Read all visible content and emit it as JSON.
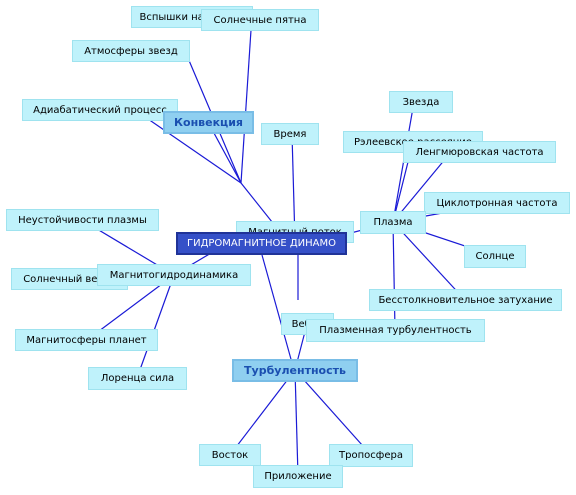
{
  "root": {
    "label": "ГИДРОМАГНИТНОЕ ДИНАМО"
  },
  "categories": {
    "convection": "Конвекция",
    "turbulence": "Турбулентность"
  },
  "nodes": {
    "flashes": "Вспышки на солнце",
    "sunspots": "Солнечные пятна",
    "stellar_atmospheres": "Атмосферы звезд",
    "adiabatic": "Адиабатический процесс",
    "time": "Время",
    "magnetic_flux": "Магнитный поток",
    "star": "Звезда",
    "rayleigh": "Рэлеевское рассеяние",
    "langmuir": "Ленгмюровская частота",
    "plasma": "Плазма",
    "cyclotron": "Циклотронная частота",
    "sun": "Солнце",
    "collisionless": "Бесстолкновительное затухание",
    "plasma_turbulence": "Плазменная турбулентность",
    "weber": "Вебер",
    "plasma_instabilities": "Неустойчивости плазмы",
    "solar_wind": "Солнечный ветер",
    "mhd": "Магнитогидродинамика",
    "magnetospheres": "Магнитосферы планет",
    "lorentz": "Лоренца сила",
    "east": "Восток",
    "appendix": "Приложение",
    "troposphere": "Тропосфера"
  },
  "colors": {
    "edge": "#1a1ad6",
    "node_fill": "#bff2fb",
    "category_fill": "#8fcff0",
    "category_text": "#1a4fb0",
    "root_fill": "#3550c8"
  }
}
